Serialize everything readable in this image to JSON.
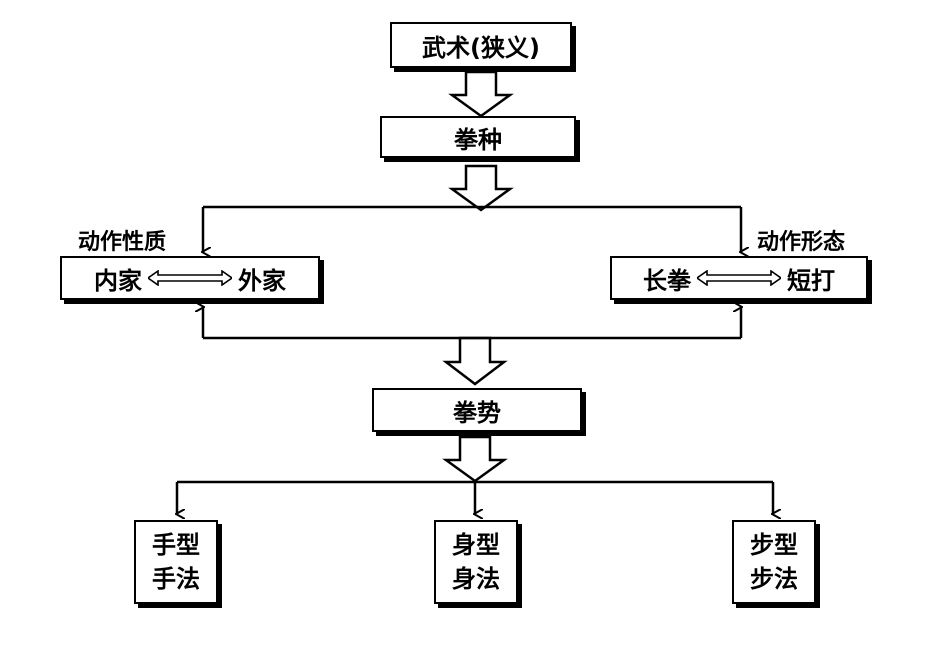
{
  "nodes": {
    "wushu": "武术(狭义)",
    "quanzhong": "拳种",
    "neijia": "内家",
    "waijia": "外家",
    "changquan": "长拳",
    "duanda": "短打",
    "quanshi": "拳势",
    "shou_line1": "手型",
    "shou_line2": "手法",
    "shen_line1": "身型",
    "shen_line2": "身法",
    "bu_line1": "步型",
    "bu_line2": "步法"
  },
  "labels": {
    "left": "动作性质",
    "right": "动作形态"
  },
  "colors": {
    "line": "#000000",
    "background": "#ffffff"
  }
}
